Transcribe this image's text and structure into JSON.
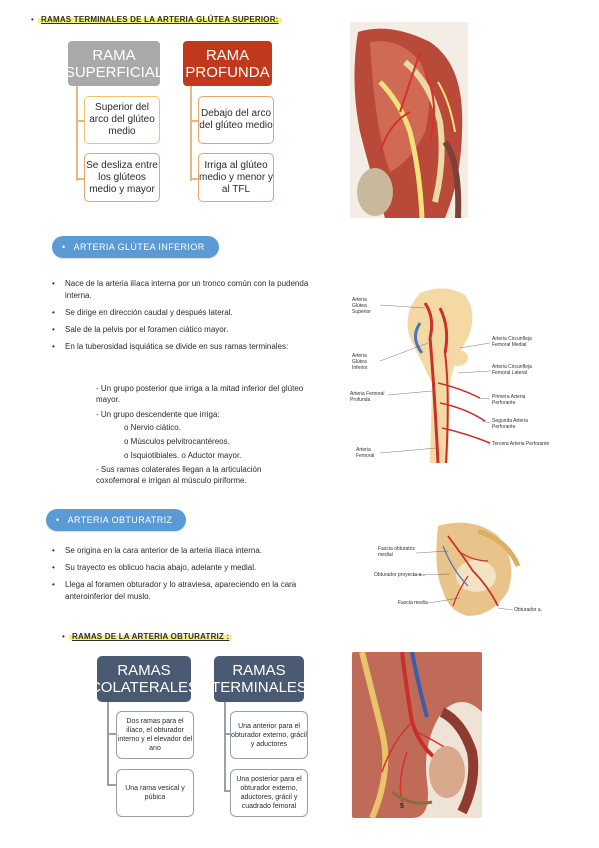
{
  "section1": {
    "title": "RAMAS TERMINALES DE LA ARTERIA GLÚTEA SUPERIOR:",
    "left_head": "RAMA SUPERFICIAL",
    "right_head": "RAMA PROFUNDA",
    "left_items": [
      "Superior del arco del glúteo medio",
      "Se desliza entre los glúteos medio y mayor"
    ],
    "right_items": [
      "Debajo del arco del glúteo medio",
      "Irriga al glúteo medio y menor y al TFL"
    ]
  },
  "section2": {
    "title": "ARTERIA GLÚTEA INFERIOR",
    "bullets": [
      "Nace de la arteria ilíaca interna por un tronco común con la pudenda interna.",
      "Se dirige en dirección caudal y después lateral.",
      "Sale de la pelvis por el foramen ciático mayor.",
      "En la tuberosidad isquiática se divide en sus ramas terminales:"
    ],
    "sub_items": [
      "- Un grupo posterior que irriga a la mitad inferior del glúteo mayor.",
      "- Un grupo descendente que irriga:"
    ],
    "sub_sub_items": [
      "o Nervio ciático.",
      "o Músculos pelvitrocantéreos.",
      "o Isquiotibiales. o Aductor mayor."
    ],
    "last_item": "- Sus ramas colaterales llegan a la articulación coxofemoral e irrigan al músculo piriforme.",
    "figure_labels": {
      "l1": "Arteria Glútea Superior",
      "l2": "Arteria Glútea Inferior",
      "l3": "Arteria Femoral Profunda",
      "l4": "Arteria Femoral",
      "r1": "Arteria Circunfleja Femoral Medial",
      "r2": "Arteria Circunfleja Femoral Lateral",
      "r3": "Primera Arteria Perforante",
      "r4": "Segunda Arteria Perforante",
      "r5": "Tercera Arteria Perforante"
    }
  },
  "section3": {
    "title": "ARTERIA OBTURATRIZ",
    "bullets": [
      "Se origina en la cara anterior de la arteria ilíaca interna.",
      "Su trayecto es oblicuo hacia abajo, adelante y medial.",
      "Llega al foramen obturador y lo atraviesa, apareciendo en la cara anteroinferior del muslo."
    ],
    "figure_labels": {
      "a": "Fascia obturatriz medial",
      "b": "Obturador proyecta a...",
      "c": "Fascia media",
      "d": "Obturador a."
    }
  },
  "section4": {
    "title": "RAMAS DE LA ARTERIA OBTURATRIZ :",
    "left_head": "RAMAS COLATERALES",
    "right_head": "RAMAS TERMINALES",
    "left_items": [
      "Dos ramas para el ilíaco, el obturador interno y el elevador del ano",
      "Una rama vesical y púbica"
    ],
    "right_items": [
      "Una anterior para el obturador externo, grácil y aductores",
      "Una posterior para el obturador externo, aductores, grácil y cuadrado femoral"
    ]
  },
  "page_number": "5",
  "colors": {
    "pill": "#5a9bd5",
    "red_box": "#c0391c",
    "grey_box": "#a9a9a9",
    "navy_box": "#4a5a73",
    "highlight": "#f4f27a"
  }
}
